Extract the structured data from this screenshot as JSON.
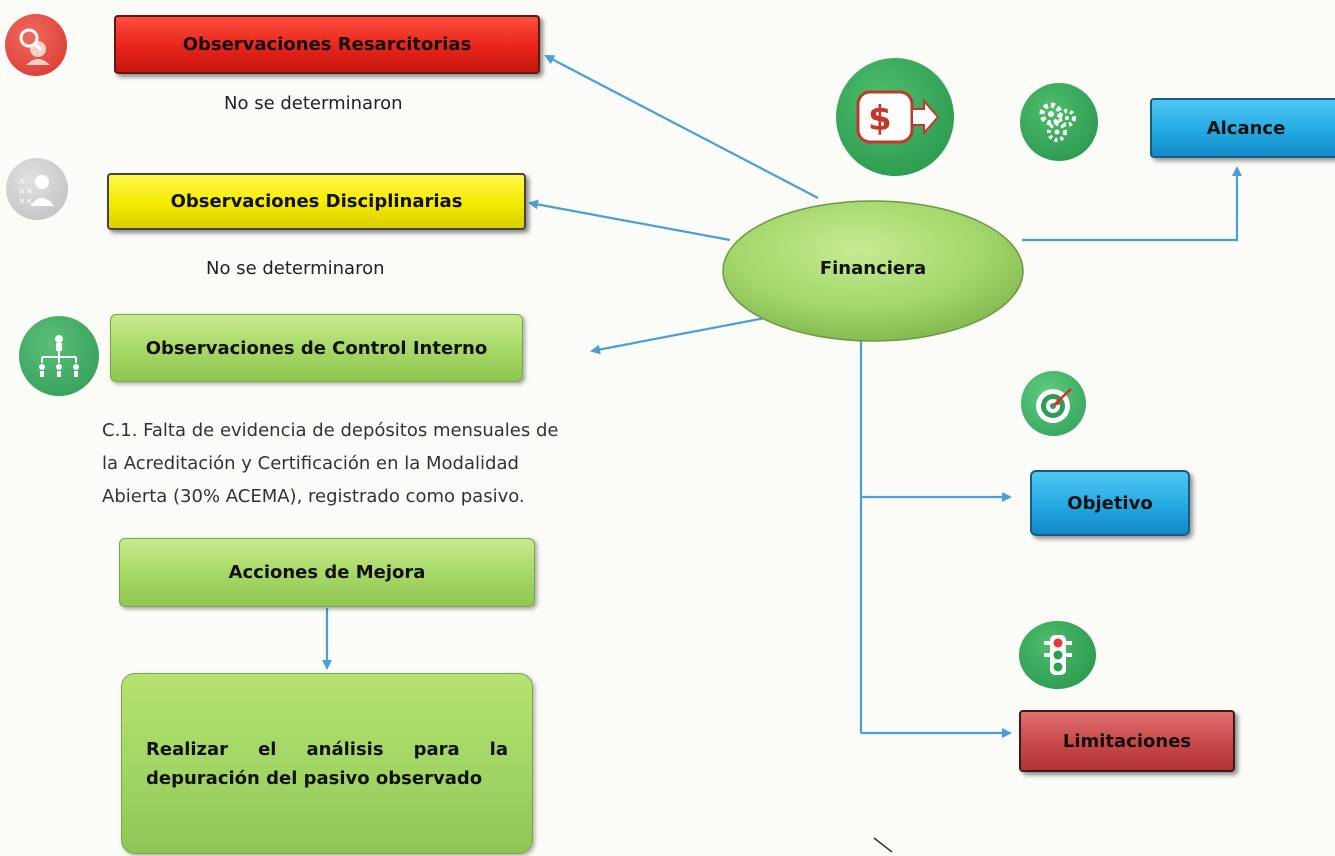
{
  "diagram": {
    "center": "Financiera",
    "right": {
      "alcance": "Alcance",
      "objetivo": "Objetivo",
      "limitaciones": "Limitaciones"
    },
    "left": {
      "resarcitorias": {
        "title": "Observaciones Resarcitorias",
        "note": "No se determinaron"
      },
      "disciplinarias": {
        "title": "Observaciones Disciplinarias",
        "note": "No se determinaron"
      },
      "control_interno": {
        "title": "Observaciones de Control Interno",
        "finding_lines": [
          "C.1. Falta de evidencia de depósitos mensuales de",
          "la Acreditación y Certificación en la Modalidad",
          "Abierta (30% ACEMA), registrado como pasivo."
        ]
      },
      "acciones": {
        "title": "Acciones de Mejora",
        "action_lines": [
          "Realizar el análisis para la",
          "depuración del pasivo observado"
        ]
      }
    },
    "icons": {
      "resarcitorias": "magnifier-person-icon",
      "disciplinarias": "person-cross-icon",
      "control_interno": "org-chart-icon",
      "financiera": "hand-money-icon",
      "alcance": "gears-icon",
      "objetivo": "target-icon",
      "limitaciones": "traffic-light-icon"
    },
    "colors": {
      "connector": "#4a9fd8",
      "red": "#e8241a",
      "yellow": "#f4ea00",
      "green": "#a5d765",
      "blue": "#24a9e3",
      "dark_red": "#c84848"
    }
  }
}
